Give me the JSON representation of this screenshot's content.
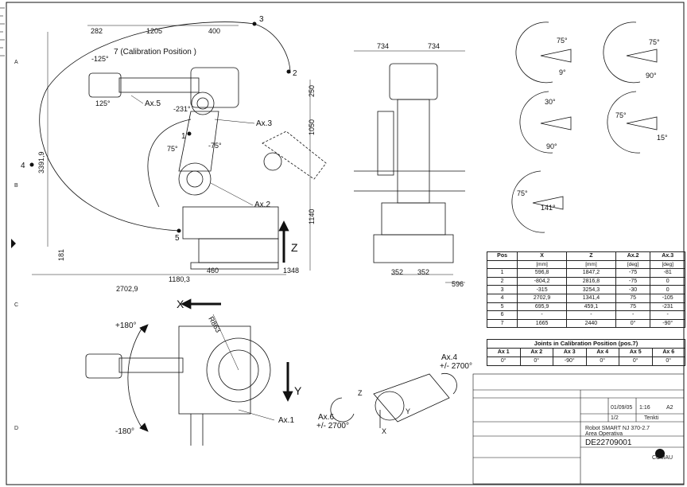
{
  "drawing": {
    "side_view": {
      "dims_top": [
        "282",
        "1205",
        "400"
      ],
      "dim_right": [
        "250",
        "1050",
        "1140"
      ],
      "dim_left": "3391,9",
      "dim_bottom": [
        "2702,9",
        "1180,3",
        "460",
        "1348"
      ],
      "dim_small": "181",
      "points": [
        "1",
        "2",
        "3",
        "4",
        "5"
      ],
      "calibration_label": "7 (Calibration Position )",
      "angles": [
        "-125°",
        "125°",
        "-231°",
        "75°",
        "-75°"
      ],
      "axis_labels": [
        "Ax.5",
        "Ax.3",
        "Ax.2"
      ],
      "z_label": "Z"
    },
    "front_view": {
      "dims_top": [
        "734",
        "734"
      ],
      "dims_bottom": [
        "352",
        "352",
        "596"
      ]
    },
    "top_view": {
      "x_label": "X",
      "y_label": "Y",
      "radius": "R863",
      "angle_pos": "+180°",
      "angle_neg": "-180°",
      "ax1": "Ax.1"
    },
    "wrist_view": {
      "ax4": "Ax.4",
      "ax4_range": "+/- 2700°",
      "ax6": "Ax.6",
      "ax6_range": "+/- 2700°",
      "z": "Z",
      "y": "Y",
      "x": "X"
    },
    "range_diagrams": [
      {
        "labels": [
          "75°",
          "9°"
        ]
      },
      {
        "labels": [
          "75°",
          "90°"
        ]
      },
      {
        "labels": [
          "30°",
          "90°"
        ]
      },
      {
        "labels": [
          "75°",
          "15°"
        ]
      },
      {
        "labels": [
          "75°",
          "141°"
        ]
      }
    ],
    "border_letters": [
      "A",
      "B",
      "C",
      "D"
    ]
  },
  "position_table": {
    "headers": [
      "Pos",
      "X",
      "Z",
      "Ax.2",
      "Ax.3"
    ],
    "units": [
      "",
      "[mm]",
      "[mm]",
      "[deg]",
      "[deg]"
    ],
    "rows": [
      [
        "1",
        "596,8",
        "1847,2",
        "-75",
        "-81"
      ],
      [
        "2",
        "-804,2",
        "2816,8",
        "-75",
        "0"
      ],
      [
        "3",
        "-315",
        "3254,3",
        "-30",
        "0"
      ],
      [
        "4",
        "2702,9",
        "1341,4",
        "75",
        "-105"
      ],
      [
        "5",
        "695,9",
        "459,1",
        "75",
        "-231"
      ],
      [
        "6",
        "-",
        "-",
        "-",
        "-"
      ],
      [
        "7",
        "1665",
        "2440",
        "0°",
        "-90°"
      ]
    ]
  },
  "calibration_table": {
    "caption": "Joints in Calibration Position (pos.7)",
    "headers": [
      "Ax 1",
      "Ax 2",
      "Ax 3",
      "Ax 4",
      "Ax 5",
      "Ax 6"
    ],
    "values": [
      "0°",
      "0°",
      "-90°",
      "0°",
      "0°",
      "0°"
    ]
  },
  "title_block": {
    "date": "01/09/05",
    "scale": "1:16",
    "sheet": "A2",
    "page": "1/2",
    "author": "Tenkti",
    "product": "Robot SMART NJ 370-2.7",
    "subtitle": "Area Operativa",
    "drawing_no": "DE22709001",
    "company": "COMAU"
  }
}
